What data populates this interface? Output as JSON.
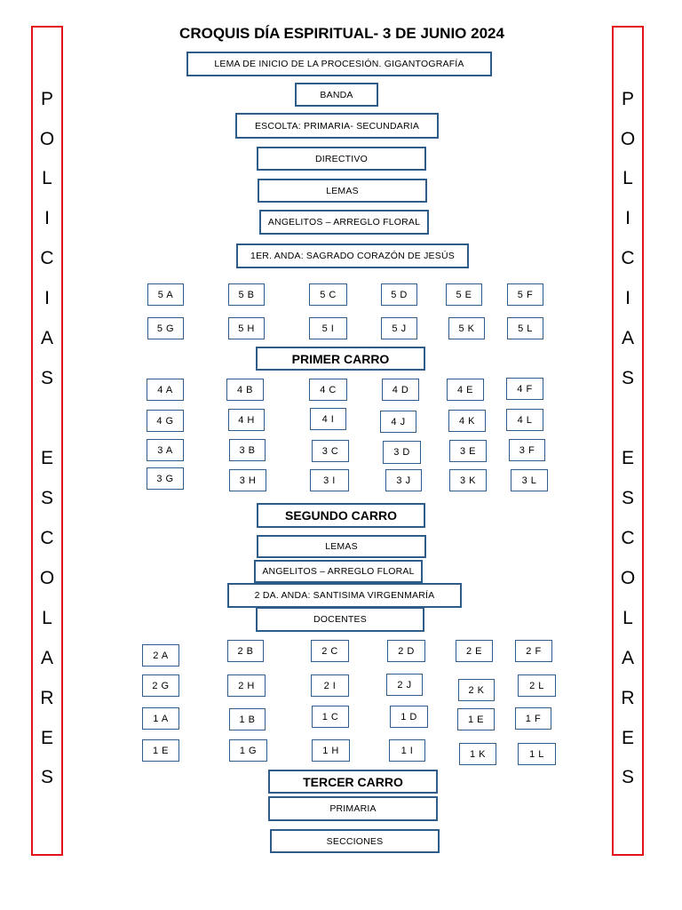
{
  "title": "CROQUIS DÍA ESPIRITUAL- 3 DE JUNIO 2024",
  "side_words": [
    "P",
    "O",
    "L",
    "I",
    "C",
    "I",
    "A",
    "S",
    "",
    "E",
    "S",
    "C",
    "O",
    "L",
    "A",
    "R",
    "E",
    "S"
  ],
  "procession": {
    "lema_inicio": "LEMA DE INICIO DE LA PROCESIÓN. GIGANTOGRAFÍA",
    "banda": "BANDA",
    "escolta": "ESCOLTA: PRIMARIA- SECUNDARIA",
    "directivo": "DIRECTIVO",
    "lemas_1": "LEMAS",
    "angelitos_1": "ANGELITOS – ARREGLO FLORAL",
    "anda_1": "1ER. ANDA: SAGRADO CORAZÓN DE JESÚS",
    "primer_carro": "PRIMER CARRO",
    "segundo_carro": "SEGUNDO CARRO",
    "lemas_2": "LEMAS",
    "angelitos_2": "ANGELITOS – ARREGLO FLORAL",
    "anda_2": "2 DA. ANDA: SANTISIMA VIRGENMARÍA",
    "docentes": "DOCENTES",
    "tercer_carro": "TERCER CARRO",
    "primaria": "PRIMARIA",
    "secciones": "SECCIONES"
  },
  "grid_rows": [
    [
      "5 A",
      "5 B",
      "5 C",
      "5 D",
      "5 E",
      "5 F"
    ],
    [
      "5 G",
      "5 H",
      "5 I",
      "5 J",
      "5 K",
      "5 L"
    ],
    [
      "4 A",
      "4 B",
      "4 C",
      "4 D",
      "4 E",
      "4 F"
    ],
    [
      "4 G",
      "4 H",
      "4 I",
      "4 J",
      "4 K",
      "4 L"
    ],
    [
      "3 A",
      "3 B",
      "3 C",
      "3 D",
      "3 E",
      "3 F"
    ],
    [
      "3 G",
      "3 H",
      "3 I",
      "3 J",
      "3 K",
      "3 L"
    ],
    [
      "2 A",
      "2 B",
      "2 C",
      "2 D",
      "2 E",
      "2 F"
    ],
    [
      "2 G",
      "2 H",
      "2 I",
      "2 J",
      "2 K",
      "2 L"
    ],
    [
      "1 A",
      "1 B",
      "1 C",
      "1 D",
      "1 E",
      "1 F"
    ],
    [
      "1 E",
      "1 G",
      "1 H",
      "1 I",
      "1 K",
      "1 L"
    ]
  ],
  "colors": {
    "border": "#2f5d8a",
    "side_border": "#e0141a"
  }
}
